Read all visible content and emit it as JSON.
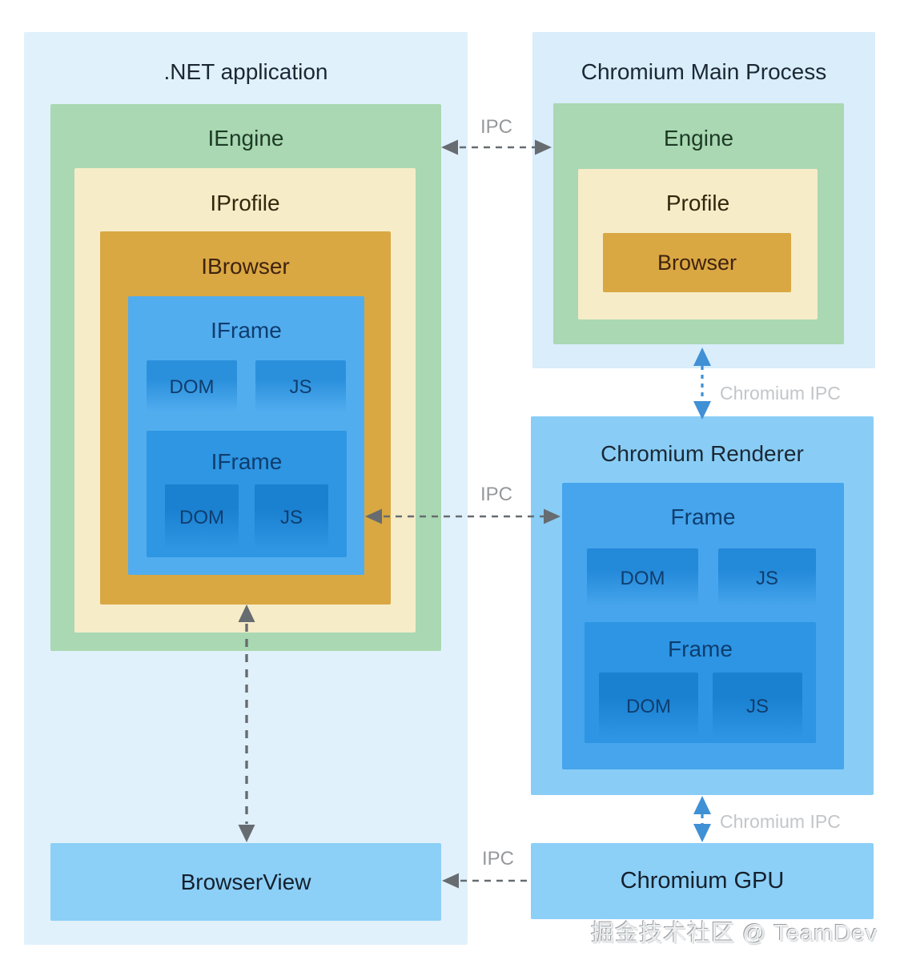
{
  "palette": {
    "panel_blue_left": "#e1f1fc",
    "panel_blue_right": "#d9edfb",
    "renderer_panel_blue": "#89cdf6",
    "solid_blue_box": "#8ccff7",
    "green_box": "#a9d8b2",
    "cream_box": "#f6ecc8",
    "gold_box": "#d9a843",
    "frame_blue": "#52adef",
    "frame_blue_dark": "#2e96e3",
    "chip_blue": "#2b90dc",
    "chip_blue_dark": "#1a80d0",
    "gray_arrow": "#666c70",
    "blue_arrow": "#4090d5",
    "ipc_label_gray": "#96989b",
    "chromium_ipc_label_gray": "#c3c6c9"
  },
  "left_panel": {
    "title": ".NET application",
    "iengine": "IEngine",
    "iprofile": "IProfile",
    "ibrowser": "IBrowser",
    "iframe_outer": {
      "label": "IFrame",
      "dom": "DOM",
      "js": "JS"
    },
    "iframe_inner": {
      "label": "IFrame",
      "dom": "DOM",
      "js": "JS"
    },
    "browser_view": "BrowserView"
  },
  "main_process_panel": {
    "title": "Chromium Main Process",
    "engine": "Engine",
    "profile": "Profile",
    "browser": "Browser"
  },
  "renderer_panel": {
    "title": "Chromium Renderer",
    "frame_outer": {
      "label": "Frame",
      "dom": "DOM",
      "js": "JS"
    },
    "frame_inner": {
      "label": "Frame",
      "dom": "DOM",
      "js": "JS"
    }
  },
  "gpu_box": {
    "label": "Chromium GPU"
  },
  "arrows": {
    "ipc_top": "IPC",
    "ipc_mid": "IPC",
    "ipc_bottom": "IPC",
    "chromium_ipc_top": "Chromium IPC",
    "chromium_ipc_bottom": "Chromium IPC"
  },
  "watermark": "掘金技术社区 @ TeamDev"
}
